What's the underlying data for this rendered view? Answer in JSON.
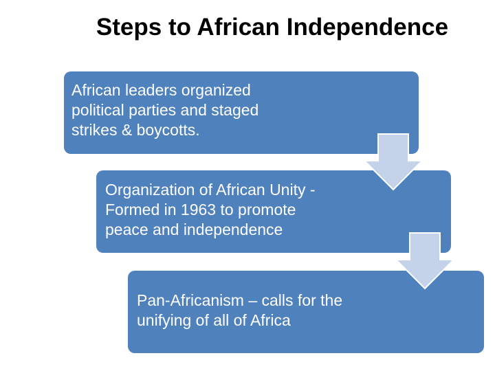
{
  "title": "Steps to African Independence",
  "steps": [
    {
      "text": "African leaders organized\npolitical parties and staged\nstrikes & boycotts."
    },
    {
      "text": "Organization of African Unity -\nFormed in 1963 to promote\npeace and independence"
    },
    {
      "text": "Pan-Africanism – calls for the\nunifying of all of Africa"
    }
  ],
  "colors": {
    "box_fill": "#4f81bd",
    "arrow_fill": "#c5d3ea",
    "text": "#ffffff"
  }
}
